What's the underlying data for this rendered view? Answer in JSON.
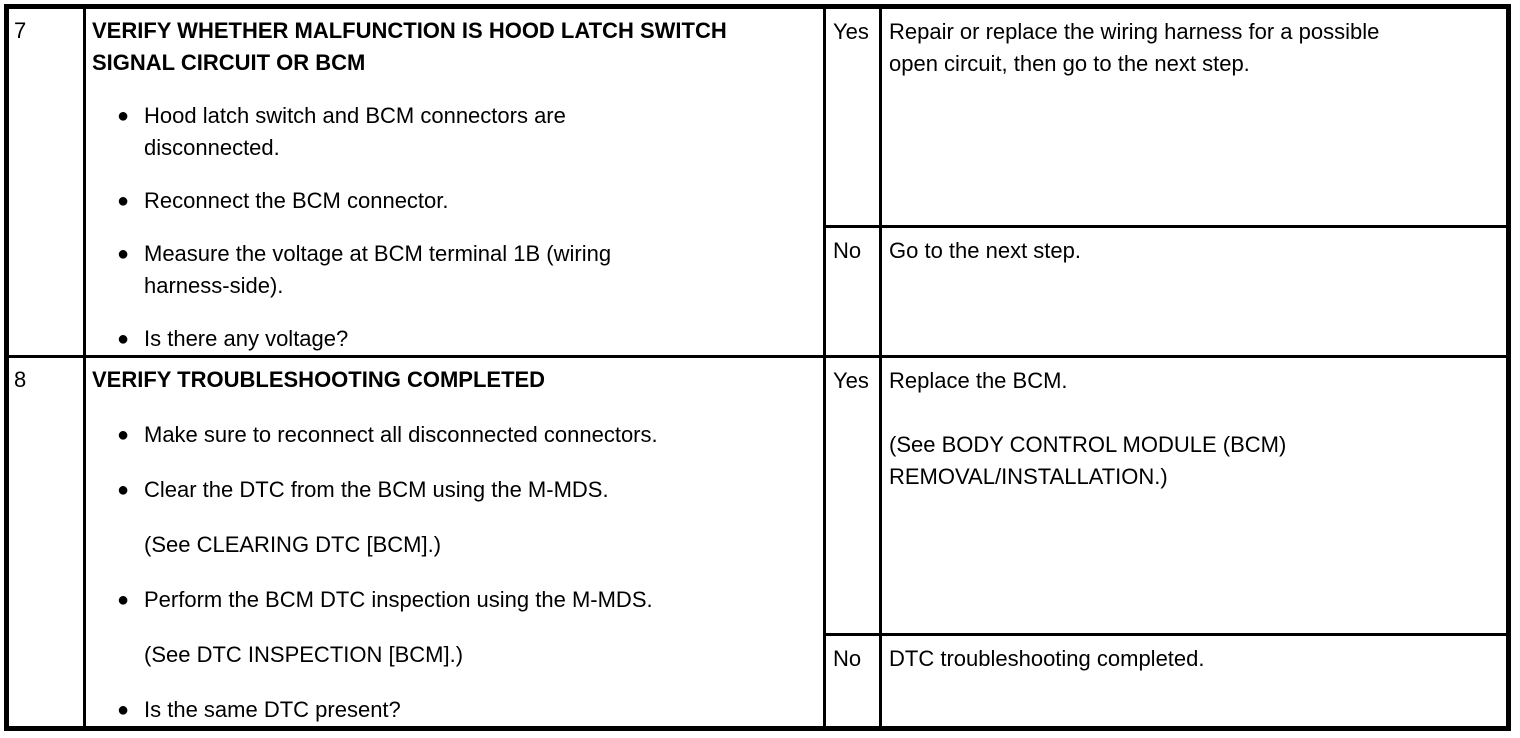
{
  "page": {
    "background": "#ffffff",
    "border_color": "#000000",
    "text_color": "#000000"
  },
  "glyphs": {
    "bullet": "●"
  },
  "table": {
    "rows": [
      {
        "step": "7",
        "title": "VERIFY WHETHER MALFUNCTION IS HOOD LATCH SWITCH SIGNAL CIRCUIT OR BCM",
        "title_lines": [
          "VERIFY WHETHER MALFUNCTION IS HOOD LATCH SWITCH",
          "SIGNAL CIRCUIT OR BCM"
        ],
        "items": [
          {
            "bullet": true,
            "text": "Hood latch switch and BCM connectors are disconnected.",
            "lines": [
              "Hood latch switch and BCM connectors are",
              "disconnected."
            ]
          },
          {
            "bullet": true,
            "text": "Reconnect the BCM connector.",
            "lines": [
              "Reconnect the BCM connector."
            ]
          },
          {
            "bullet": true,
            "text": "Measure the voltage at BCM terminal 1B (wiring harness-side).",
            "lines": [
              "Measure the voltage at BCM terminal 1B (wiring",
              "harness-side)."
            ]
          },
          {
            "bullet": true,
            "text": "Is there any voltage?",
            "lines": [
              "Is there any voltage?"
            ]
          }
        ],
        "results": [
          {
            "label": "Yes",
            "action": "Repair or replace the wiring harness for a possible open circuit, then go to the next step.",
            "action_lines": [
              "Repair or replace the wiring harness for a possible",
              "open circuit, then go to the next step."
            ]
          },
          {
            "label": "No",
            "action": "Go to the next step.",
            "action_lines": [
              "Go to the next step."
            ]
          }
        ]
      },
      {
        "step": "8",
        "title": "VERIFY TROUBLESHOOTING COMPLETED",
        "title_lines": [
          "VERIFY TROUBLESHOOTING COMPLETED"
        ],
        "items": [
          {
            "bullet": true,
            "text": "Make sure to reconnect all disconnected connectors.",
            "lines": [
              "Make sure to reconnect all disconnected connectors."
            ]
          },
          {
            "bullet": true,
            "text": "Clear the DTC from the BCM using the M-MDS.",
            "lines": [
              "Clear the DTC from the BCM using the M-MDS."
            ]
          },
          {
            "bullet": false,
            "text": "(See CLEARING DTC [BCM].)",
            "lines": [
              "(See CLEARING DTC [BCM].)"
            ]
          },
          {
            "bullet": true,
            "text": "Perform the BCM DTC inspection using the M-MDS.",
            "lines": [
              "Perform the BCM DTC inspection using the M-MDS."
            ]
          },
          {
            "bullet": false,
            "text": "(See DTC INSPECTION [BCM].)",
            "lines": [
              "(See DTC INSPECTION [BCM].)"
            ]
          },
          {
            "bullet": true,
            "text": "Is the same DTC present?",
            "lines": [
              "Is the same DTC present?"
            ]
          }
        ],
        "results": [
          {
            "label": "Yes",
            "action": "Replace the BCM. (See BODY CONTROL MODULE (BCM) REMOVAL/INSTALLATION.)",
            "action_lines": [
              "Replace the BCM.",
              "",
              "(See BODY CONTROL MODULE (BCM)",
              "REMOVAL/INSTALLATION.)"
            ]
          },
          {
            "label": "No",
            "action": "DTC troubleshooting completed.",
            "action_lines": [
              "DTC troubleshooting completed."
            ]
          }
        ]
      }
    ]
  }
}
